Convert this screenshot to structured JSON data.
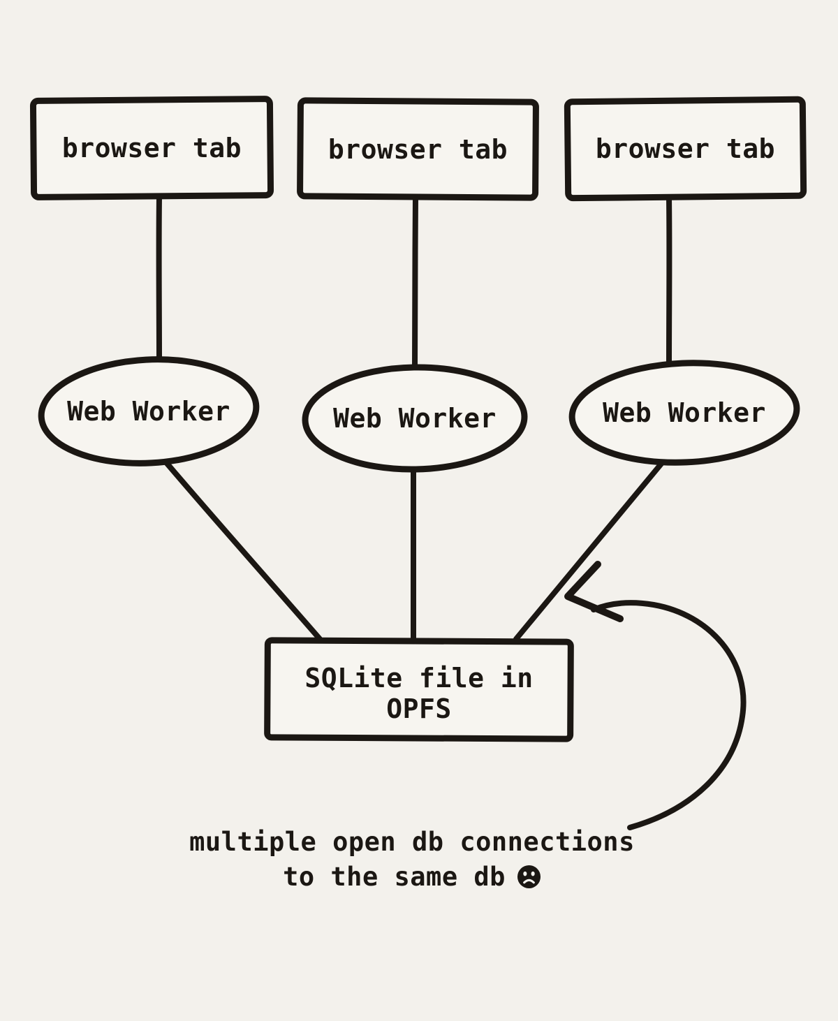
{
  "colors": {
    "background": "#f3f1ec",
    "ink": "#1b1713",
    "paper": "#f7f5f0"
  },
  "nodes": {
    "browser_tabs": [
      {
        "label": "browser tab"
      },
      {
        "label": "browser tab"
      },
      {
        "label": "browser tab"
      }
    ],
    "workers": [
      {
        "label": "Web Worker"
      },
      {
        "label": "Web Worker"
      },
      {
        "label": "Web Worker"
      }
    ],
    "database": {
      "label_line1": "SQLite file in",
      "label_line2": "OPFS"
    }
  },
  "caption": {
    "line1": "multiple open db connections",
    "line2": "to the same db",
    "emoji": "frowning-face"
  }
}
